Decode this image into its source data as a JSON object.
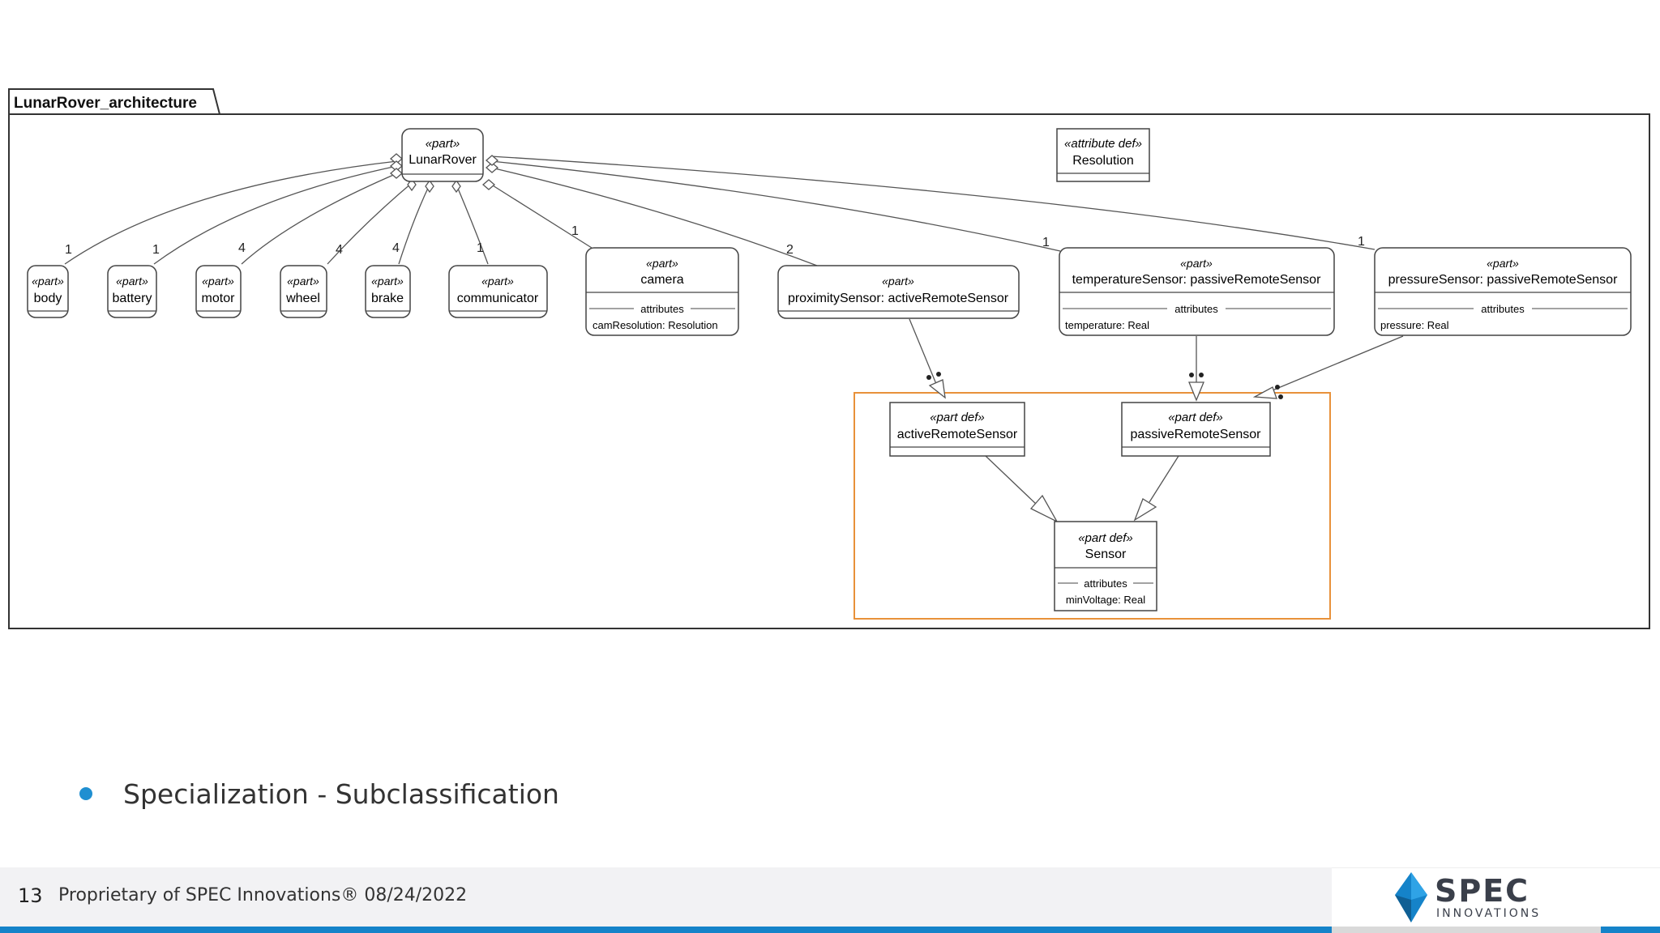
{
  "frame": {
    "title": "LunarRover_architecture"
  },
  "stereotypes": {
    "part": "«part»",
    "part_def": "«part def»",
    "attribute_def": "«attribute def»"
  },
  "compartment_label": "attributes",
  "nodes": {
    "lunar_rover": {
      "name": "LunarRover"
    },
    "resolution": {
      "name": "Resolution"
    },
    "body": {
      "name": "body",
      "multiplicity": "1"
    },
    "battery": {
      "name": "battery",
      "multiplicity": "1"
    },
    "motor": {
      "name": "motor",
      "multiplicity": "4"
    },
    "wheel": {
      "name": "wheel",
      "multiplicity": "4"
    },
    "brake": {
      "name": "brake",
      "multiplicity": "4"
    },
    "communicator": {
      "name": "communicator",
      "multiplicity": "1"
    },
    "camera": {
      "name": "camera",
      "multiplicity": "1",
      "attribute": "camResolution: Resolution"
    },
    "proximity_sensor": {
      "name": "proximitySensor: activeRemoteSensor",
      "multiplicity": "2"
    },
    "temperature_sensor": {
      "name": "temperatureSensor: passiveRemoteSensor",
      "multiplicity": "1",
      "attribute": "temperature: Real"
    },
    "pressure_sensor": {
      "name": "pressureSensor: passiveRemoteSensor",
      "multiplicity": "1",
      "attribute": "pressure: Real"
    },
    "active_remote_sensor": {
      "name": "activeRemoteSensor"
    },
    "passive_remote_sensor": {
      "name": "passiveRemoteSensor"
    },
    "sensor": {
      "name": "Sensor",
      "attribute": "minVoltage: Real"
    }
  },
  "colors": {
    "line": "#555555",
    "highlight": "#e8913a",
    "accent_blue": "#1583c9"
  },
  "bullets": [
    "Specialization - Subclassification"
  ],
  "footer": {
    "page_number": "13",
    "text": "Proprietary of SPEC Innovations® 08/24/2022"
  },
  "logo": {
    "brand": "SPEC",
    "tagline": "INNOVATIONS"
  }
}
